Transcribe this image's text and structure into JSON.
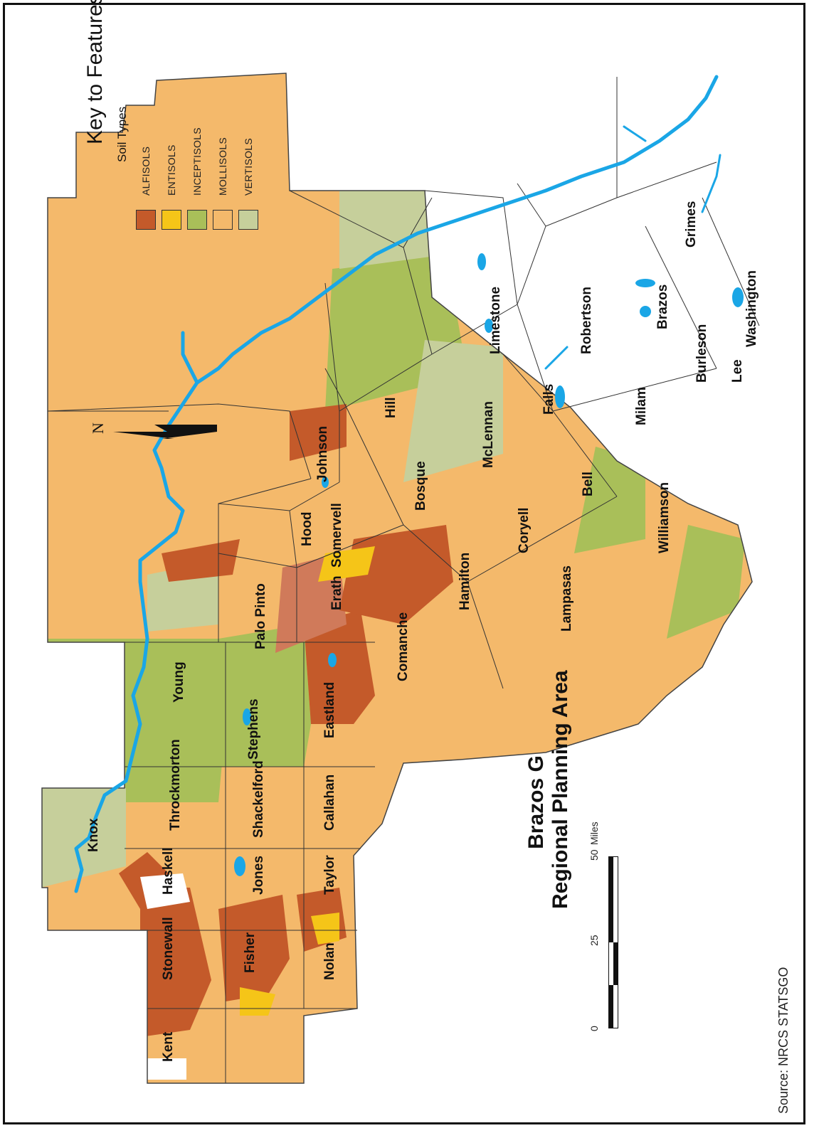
{
  "legend": {
    "title": "Key to Features",
    "subtitle": "Soil Types",
    "items": [
      {
        "label": "ALFISOLS",
        "color": "#c45a2a"
      },
      {
        "label": "ENTISOLS",
        "color": "#f5c518"
      },
      {
        "label": "INCEPTISOLS",
        "color": "#a9bf59"
      },
      {
        "label": "MOLLISOLS",
        "color": "#f4b96b"
      },
      {
        "label": "VERTISOLS",
        "color": "#c6cf9b"
      }
    ]
  },
  "title_line1": "Brazos G",
  "title_line2": "Regional Planning Area",
  "scale": {
    "ticks": [
      "0",
      "25",
      "50"
    ],
    "unit": "Miles"
  },
  "north_label": "N",
  "source": "Source:  NRCS STATSGO",
  "river_color": "#1aa6e6",
  "counties": [
    "Kent",
    "Stonewall",
    "Knox",
    "Haskell",
    "Throckmorton",
    "Young",
    "Fisher",
    "Jones",
    "Shackelford",
    "Stephens",
    "Palo Pinto",
    "Nolan",
    "Taylor",
    "Callahan",
    "Eastland",
    "Comanche",
    "Erath",
    "Hood",
    "Somervell",
    "Johnson",
    "Hill",
    "Bosque",
    "Hamilton",
    "Coryell",
    "Lampasas",
    "McLennan",
    "Bell",
    "Williamson",
    "Limestone",
    "Falls",
    "Milam",
    "Robertson",
    "Brazos",
    "Burleson",
    "Lee",
    "Washington",
    "Grimes"
  ]
}
